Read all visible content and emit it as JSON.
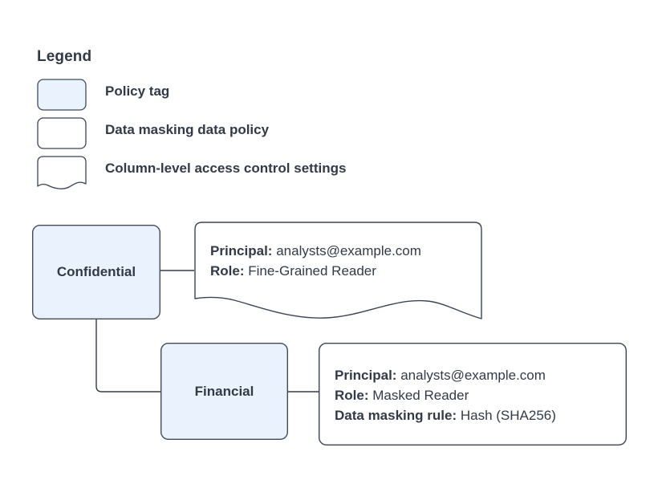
{
  "legend": {
    "title": "Legend",
    "items": [
      {
        "shape": "rounded-rect-filled",
        "label": "Policy tag"
      },
      {
        "shape": "rounded-rect",
        "label": "Data masking data policy"
      },
      {
        "shape": "wavy-bottom-rect",
        "label": "Column-level access control settings"
      }
    ]
  },
  "diagram": {
    "nodes": [
      {
        "id": "confidential",
        "label": "Confidential"
      },
      {
        "id": "financial",
        "label": "Financial"
      }
    ],
    "callouts": [
      {
        "id": "callout-confidential",
        "shape": "wavy-bottom-rect",
        "lines": [
          {
            "key": "Principal:",
            "value": "analysts@example.com"
          },
          {
            "key": "Role:",
            "value": "Fine-Grained Reader"
          }
        ]
      },
      {
        "id": "callout-financial",
        "shape": "rounded-rect",
        "lines": [
          {
            "key": "Principal:",
            "value": "analysts@example.com"
          },
          {
            "key": "Role:",
            "value": "Masked Reader"
          },
          {
            "key": "Data masking rule:",
            "value": "Hash (SHA256)"
          }
        ]
      }
    ],
    "edges": [
      {
        "from": "confidential",
        "to": "callout-confidential",
        "style": "straight"
      },
      {
        "from": "confidential",
        "to": "financial",
        "style": "elbow"
      },
      {
        "from": "financial",
        "to": "callout-financial",
        "style": "straight"
      }
    ]
  },
  "colors": {
    "node_fill": "#e9f2fd",
    "node_stroke": "#424b5c",
    "shape_fill": "#ffffff",
    "shape_stroke": "#3b4453",
    "text": "#333a47",
    "connector": "#333a47",
    "background": "#ffffff"
  }
}
